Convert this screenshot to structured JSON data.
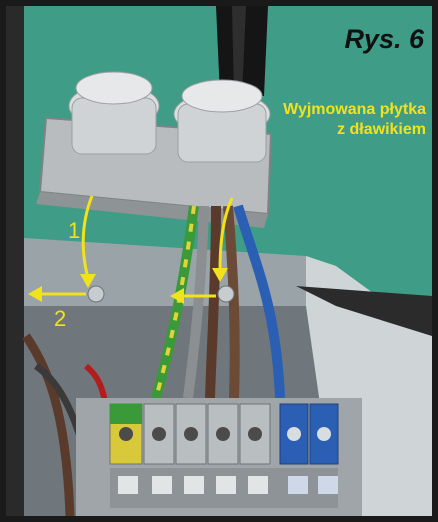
{
  "figure": {
    "title": "Rys. 6",
    "caption": "Wyjmowana płytka z dławikiem",
    "markers": [
      "1",
      "2"
    ]
  },
  "colors": {
    "background": "#3f9c87",
    "annotation": "#f2e21c",
    "frame": "#1a1a1a"
  }
}
